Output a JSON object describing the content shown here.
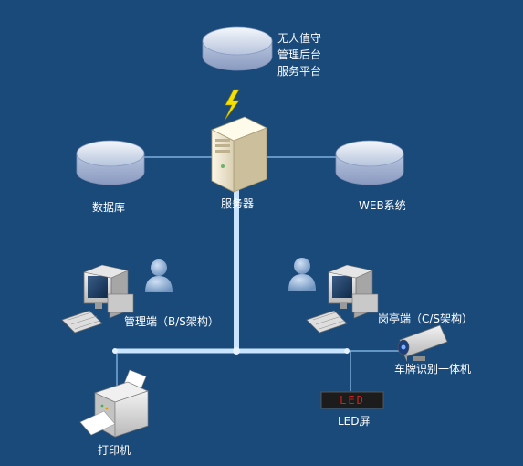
{
  "nodes": {
    "platform": [
      "无人值守",
      "管理后台",
      "服务平台"
    ],
    "server": "服务器",
    "database": "数据库",
    "web": "WEB系统",
    "admin_client": "管理端（B/S架构）",
    "booth_client": "岗亭端（C/S架构）",
    "camera": "车牌识别一体机",
    "led_screen": "LED屏",
    "led_display": "LED",
    "printer": "打印机"
  },
  "colors": {
    "background": "#1a4a7a",
    "link": "#8fc4f0",
    "trunk": "#c9e4ff",
    "led_text": "#c9241c",
    "lightning": "#f4e100"
  }
}
